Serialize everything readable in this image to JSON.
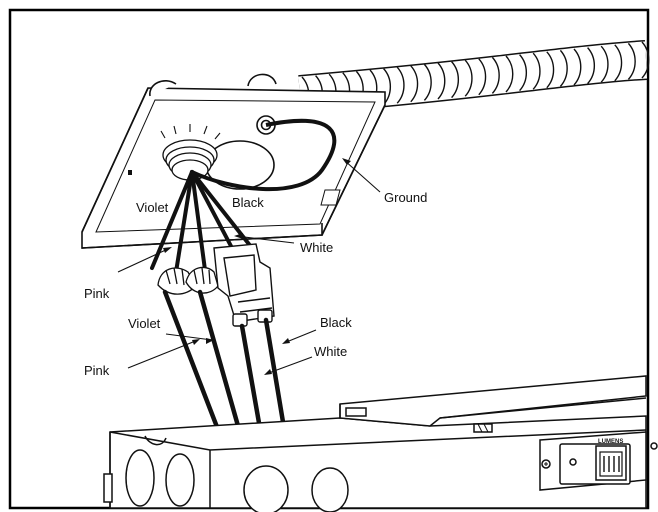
{
  "callouts": {
    "ground": "Ground",
    "black_top": "Black",
    "violet_top": "Violet",
    "white_top": "White",
    "pink_top": "Pink",
    "violet_lower": "Violet",
    "pink_lower": "Pink",
    "black_lower": "Black",
    "white_lower": "White"
  },
  "junction_box": {
    "brand_label": "LUMENS"
  },
  "colors": {
    "line": "#111111",
    "background": "#ffffff",
    "frame": "#000000"
  }
}
